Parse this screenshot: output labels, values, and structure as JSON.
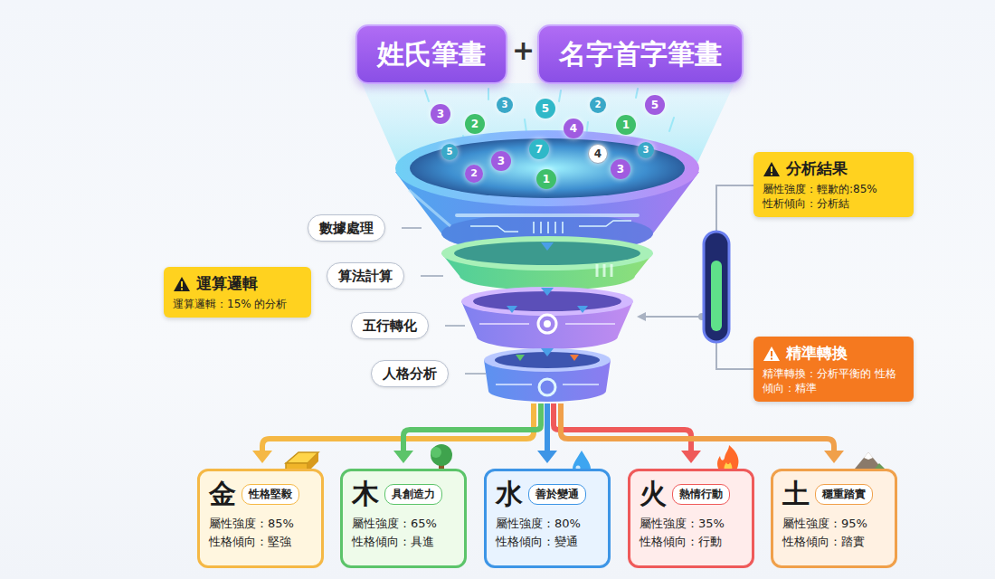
{
  "diagram": {
    "nodes": [
      {
        "text": [
          "姓氏筆畫"
        ]
      },
      {
        "text": [
          "名字首字筆畫"
        ]
      },
      {
        "text": [
          "分析結果",
          "屬性強度：輕歉的:85%",
          "性析傾向：分析結"
        ]
      },
      {
        "text": [
          "數據處理"
        ]
      },
      {
        "text": [
          "算法計算"
        ]
      },
      {
        "text": [
          "運算邏輯",
          "運算邏輯：15% 的分析"
        ]
      },
      {
        "text": [
          "五行轉化"
        ]
      },
      {
        "text": [
          "精準轉換",
          "精準轉換：分析平衡的 性格傾向：精準"
        ]
      },
      {
        "text": [
          "人格分析"
        ]
      },
      {
        "text": [
          "金",
          "性格堅毅",
          "屬性強度：85%",
          "性格傾向：堅強"
        ]
      },
      {
        "text": [
          "木",
          "具創造力",
          "屬性強度：65%",
          "性格傾向：具進"
        ]
      },
      {
        "text": [
          "水",
          "善於變通",
          "屬性強度：80%",
          "性格傾向：變通"
        ]
      },
      {
        "text": [
          "火",
          "熱情行動",
          "屬性強度：35%",
          "性格傾向：行動"
        ]
      },
      {
        "text": [
          "土",
          "穩重踏實",
          "屬性強度：95%",
          "性格傾向：踏實"
        ]
      }
    ],
    "labels": [
      "+",
      "3",
      "2",
      "3",
      "5",
      "4",
      "2",
      "1",
      "5",
      "5",
      "3",
      "2",
      "7",
      "4",
      "3",
      "3",
      "1"
    ]
  }
}
